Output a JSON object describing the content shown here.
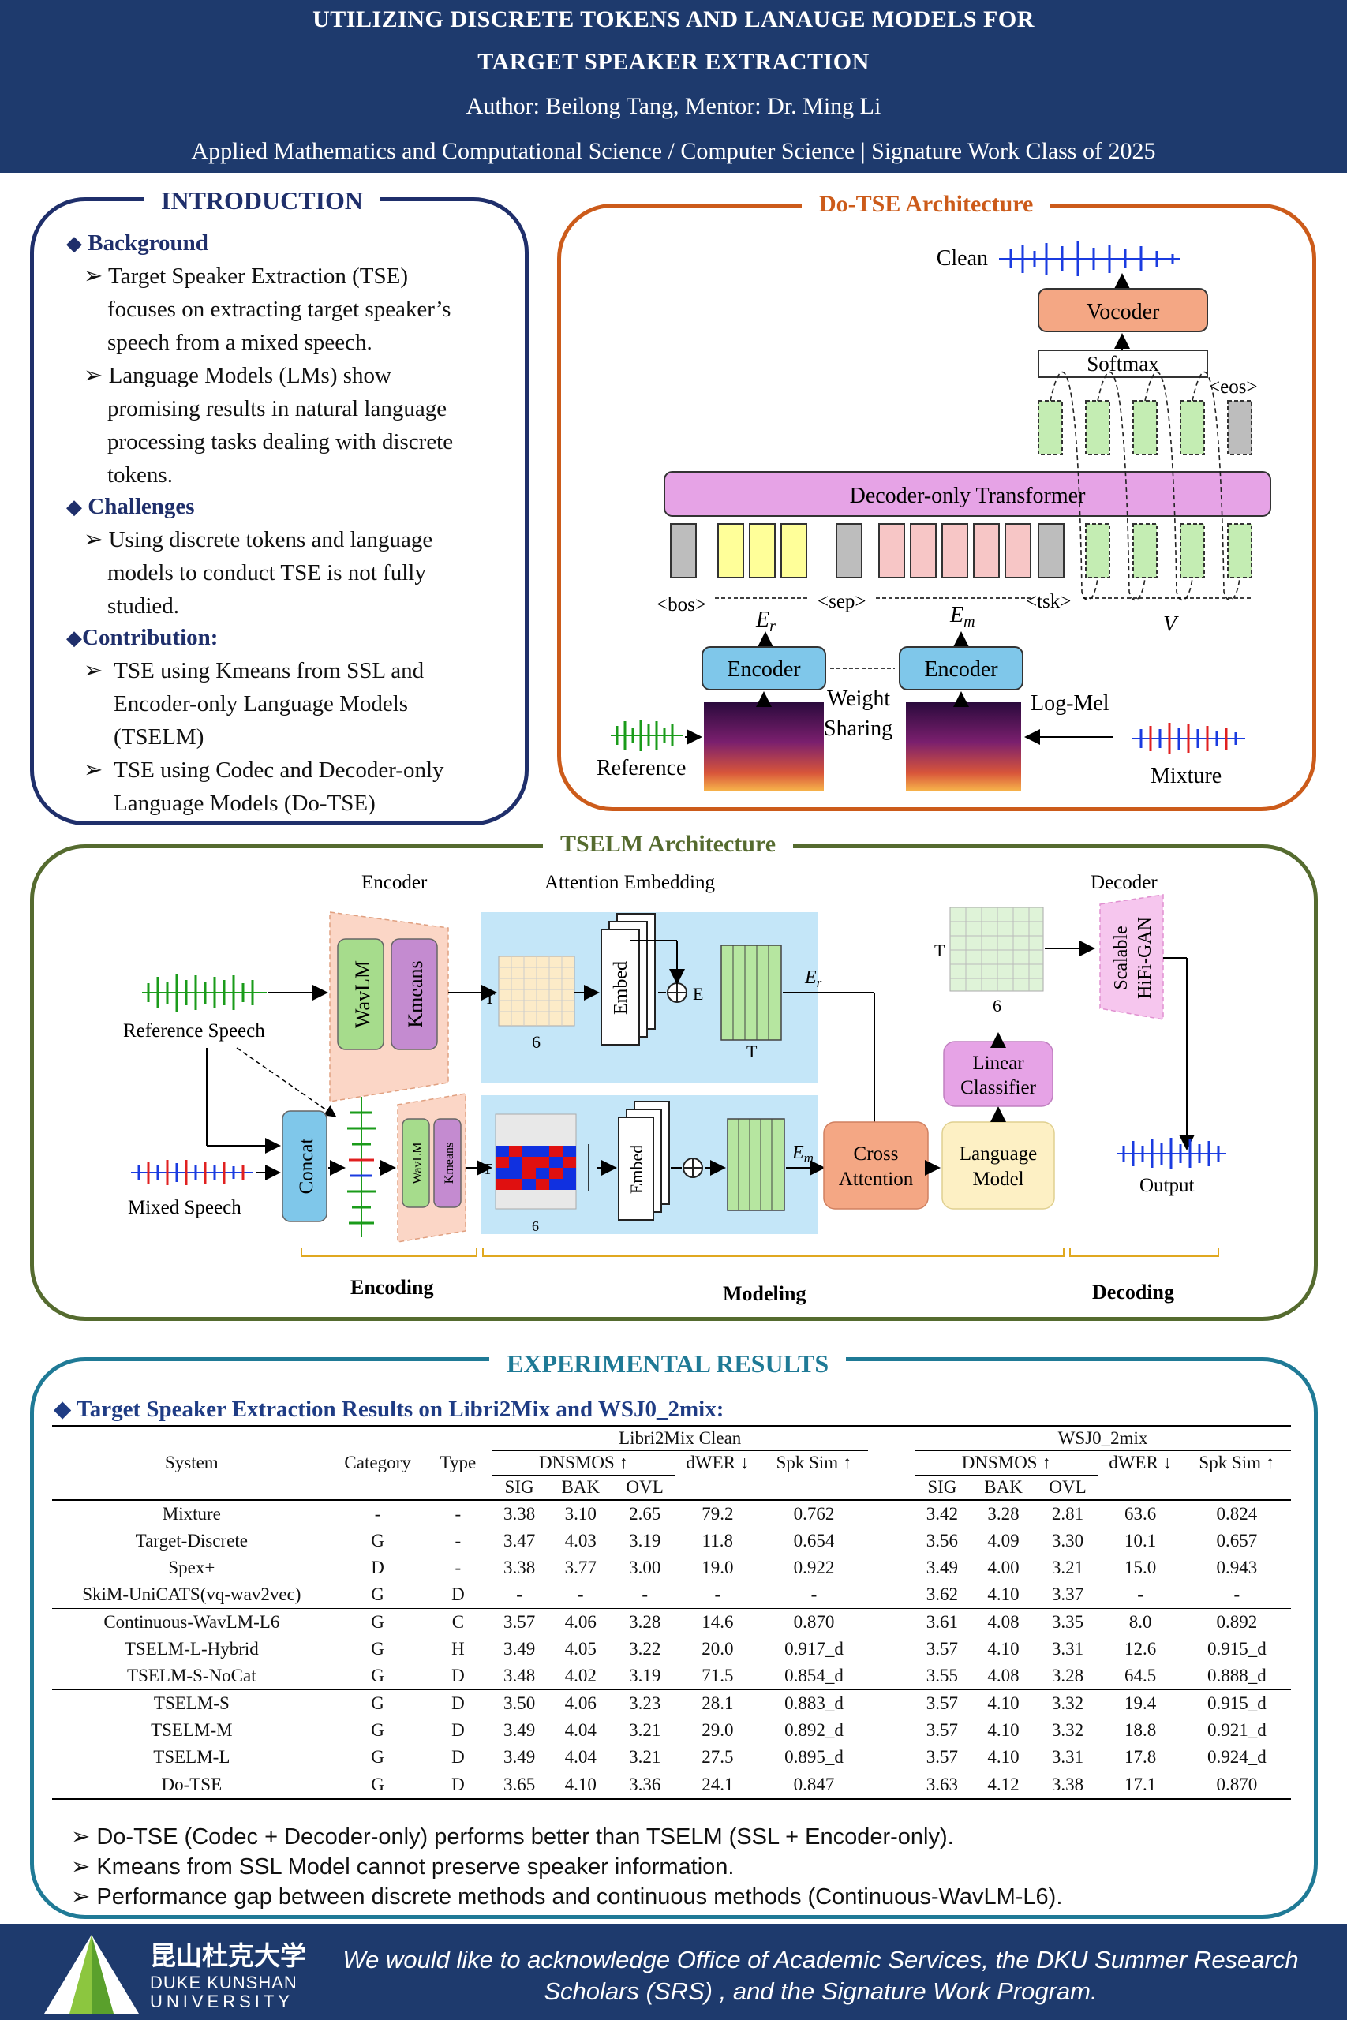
{
  "header": {
    "title_line1": "UTILIZING DISCRETE TOKENS AND LANAUGE MODELS FOR",
    "title_line2": "TARGET SPEAKER EXTRACTION",
    "author_line": "Author: Beilong Tang, Mentor: Dr. Ming Li",
    "program_line": "Applied Mathematics and Computational Science / Computer Science | Signature Work Class of 2025"
  },
  "intro": {
    "title": "INTRODUCTION",
    "background_head": "Background",
    "bg_items": [
      [
        "Target Speaker Extraction (TSE)",
        "focuses on extracting target speaker’s",
        "speech from a mixed speech."
      ],
      [
        "Language Models (LMs) show",
        "promising results in natural language",
        "processing tasks dealing with discrete",
        "tokens."
      ]
    ],
    "challenges_head": "Challenges",
    "ch_items": [
      [
        "Using discrete tokens and language",
        "models to conduct TSE is not fully",
        "studied."
      ]
    ],
    "contribution_head": "Contribution:",
    "co_items": [
      [
        "TSE using Kmeans from SSL and",
        "Encoder-only Language Models",
        "(TSELM)"
      ],
      [
        "TSE using Codec and Decoder-only",
        "Language Models (Do-TSE)"
      ]
    ],
    "bullet": "➢",
    "diamond": "◆"
  },
  "dotse": {
    "title": "Do-TSE Architecture",
    "clean": "Clean",
    "vocoder": "Vocoder",
    "softmax": "Softmax",
    "eos": "<eos>",
    "transformer": "Decoder-only Transformer",
    "bos": "<bos>",
    "sep": "<sep>",
    "tsk": "<tsk>",
    "er": "E",
    "er_sub": "r",
    "em": "E",
    "em_sub": "m",
    "v": "V",
    "encoder_left": "Encoder",
    "encoder_right": "Encoder",
    "weight": "Weight",
    "sharing": "Sharing",
    "logmel": "Log-Mel",
    "reference": "Reference",
    "mixture": "Mixture"
  },
  "tselm": {
    "title": "TSELM Architecture",
    "encoder": "Encoder",
    "attention_embedding": "Attention Embedding",
    "decoder": "Decoder",
    "wavlm": "WavLM",
    "kmeans": "Kmeans",
    "t": "T",
    "six": "6",
    "embed": "Embed",
    "e": "E",
    "er": "E",
    "er_sub": "r",
    "em": "E",
    "em_sub": "m",
    "reference_speech": "Reference Speech",
    "mixed_speech": "Mixed Speech",
    "concat": "Concat",
    "cross": "Cross",
    "attention": "Attention",
    "linear": "Linear",
    "classifier": "Classifier",
    "language": "Language",
    "model": "Model",
    "scalable": "Scalable",
    "hifigan": "HiFi-GAN",
    "output": "Output",
    "encoding": "Encoding",
    "modeling": "Modeling",
    "decoding": "Decoding"
  },
  "results": {
    "title": "EXPERIMENTAL RESULTS",
    "subtitle": "◆ Target Speaker Extraction Results on Libri2Mix and WSJ0_2mix:",
    "libri": "Libri2Mix Clean",
    "wsj": "WSJ0_2mix",
    "h_system": "System",
    "h_category": "Category",
    "h_type": "Type",
    "h_dnsmos": "DNSMOS ↑",
    "h_dwer": "dWER ↓",
    "h_spk": "Spk Sim ↑",
    "h_sig": "SIG",
    "h_bak": "BAK",
    "h_ovl": "OVL",
    "rows": [
      [
        "Mixture",
        "-",
        "-",
        "3.38",
        "3.10",
        "2.65",
        "79.2",
        "0.762",
        "3.42",
        "3.28",
        "2.81",
        "63.6",
        "0.824"
      ],
      [
        "Target-Discrete",
        "G",
        "-",
        "3.47",
        "4.03",
        "3.19",
        "11.8",
        "0.654",
        "3.56",
        "4.09",
        "3.30",
        "10.1",
        "0.657"
      ],
      [
        "Spex+",
        "D",
        "-",
        "3.38",
        "3.77",
        "3.00",
        "19.0",
        "0.922",
        "3.49",
        "4.00",
        "3.21",
        "15.0",
        "0.943"
      ],
      [
        "SkiM-UniCATS(vq-wav2vec)",
        "G",
        "D",
        "-",
        "-",
        "-",
        "-",
        "-",
        "3.62",
        "4.10",
        "3.37",
        "-",
        "-"
      ],
      [
        "Continuous-WavLM-L6",
        "G",
        "C",
        "3.57",
        "4.06",
        "3.28",
        "14.6",
        "0.870",
        "3.61",
        "4.08",
        "3.35",
        "8.0",
        "0.892"
      ],
      [
        "TSELM-L-Hybrid",
        "G",
        "H",
        "3.49",
        "4.05",
        "3.22",
        "20.0",
        "0.917_d",
        "3.57",
        "4.10",
        "3.31",
        "12.6",
        "0.915_d"
      ],
      [
        "TSELM-S-NoCat",
        "G",
        "D",
        "3.48",
        "4.02",
        "3.19",
        "71.5",
        "0.854_d",
        "3.55",
        "4.08",
        "3.28",
        "64.5",
        "0.888_d"
      ],
      [
        "TSELM-S",
        "G",
        "D",
        "3.50",
        "4.06",
        "3.23",
        "28.1",
        "0.883_d",
        "3.57",
        "4.10",
        "3.32",
        "19.4",
        "0.915_d"
      ],
      [
        "TSELM-M",
        "G",
        "D",
        "3.49",
        "4.04",
        "3.21",
        "29.0",
        "0.892_d",
        "3.57",
        "4.10",
        "3.32",
        "18.8",
        "0.921_d"
      ],
      [
        "TSELM-L",
        "G",
        "D",
        "3.49",
        "4.04",
        "3.21",
        "27.5",
        "0.895_d",
        "3.57",
        "4.10",
        "3.31",
        "17.8",
        "0.924_d"
      ],
      [
        "Do-TSE",
        "G",
        "D",
        "3.65",
        "4.10",
        "3.36",
        "24.1",
        "0.847",
        "3.63",
        "4.12",
        "3.38",
        "17.1",
        "0.870"
      ]
    ],
    "conclusions": [
      "➢ Do-TSE (Codec + Decoder-only) performs better than TSELM (SSL + Encoder-only).",
      "➢ Kmeans from SSL Model cannot preserve speaker information.",
      "➢ Performance gap between discrete methods and continuous methods (Continuous-WavLM-L6)."
    ]
  },
  "footer": {
    "logo_cn": "昆山杜克大学",
    "logo_en1": "DUKE KUNSHAN",
    "logo_en2": "UNIVERSITY",
    "ack_line1": "We would like to acknowledge Office of Academic Services, the DKU Summer Research",
    "ack_line2": "Scholars (SRS) , and the Signature Work Program."
  }
}
